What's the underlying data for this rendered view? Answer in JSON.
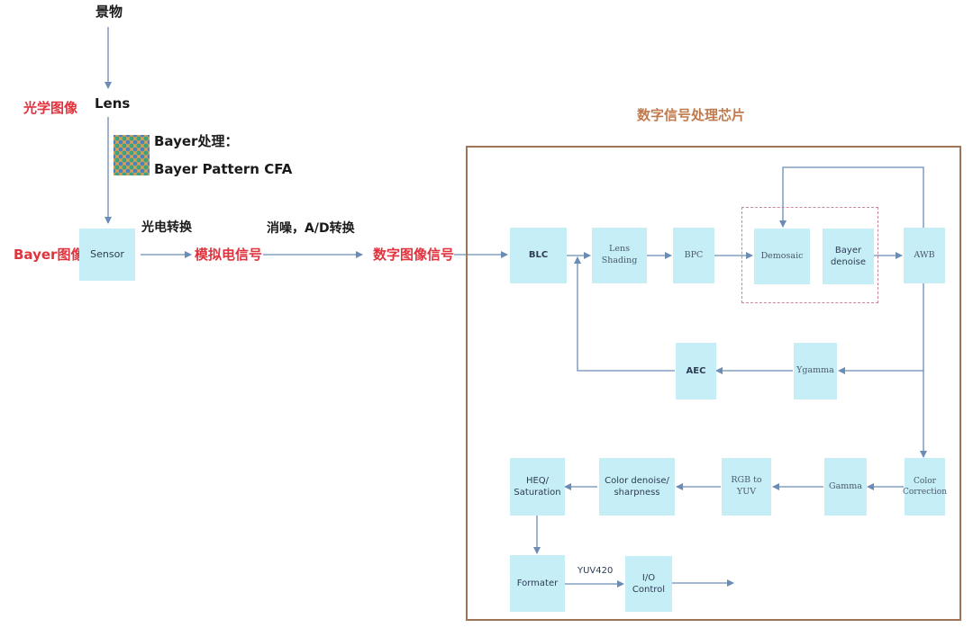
{
  "left": {
    "scene": "景物",
    "optical_image": "光学图像",
    "lens": "Lens",
    "bayer_proc": "Bayer处理：",
    "bayer_pattern": "Bayer Pattern CFA",
    "bayer_image": "Bayer图像",
    "sensor": "Sensor",
    "photo_convert": "光电转换",
    "analog_signal": "模拟电信号",
    "denoise_ad": "消噪，A/D转换",
    "digital_image_signal": "数字图像信号"
  },
  "chip": {
    "title": "数字信号处理芯片",
    "blocks": {
      "blc": "BLC",
      "lens_shading": "Lens Shading",
      "bpc": "BPC",
      "demosaic": "Demosaic",
      "bayer_denoise_1": "Bayer",
      "bayer_denoise_2": "denoise",
      "awb": "AWB",
      "aec": "AEC",
      "ygamma": "Ygamma",
      "color_correction_1": "Color",
      "color_correction_2": "Correction",
      "gamma": "Gamma",
      "rgb_to_yuv_1": "RGB to",
      "rgb_to_yuv_2": "YUV",
      "color_denoise_1": "Color denoise/",
      "color_denoise_2": "sharpness",
      "heq_1": "HEQ/",
      "heq_2": "Saturation",
      "formater": "Formater",
      "io_1": "I/O",
      "io_2": "Control"
    },
    "yuv_label": "YUV420"
  },
  "colors": {
    "block_fill": "#c6eef6",
    "arrow": "#6b8cb5",
    "accent_red": "#e0333d",
    "panel_border": "#a07456",
    "title_color": "#c07a4e"
  }
}
